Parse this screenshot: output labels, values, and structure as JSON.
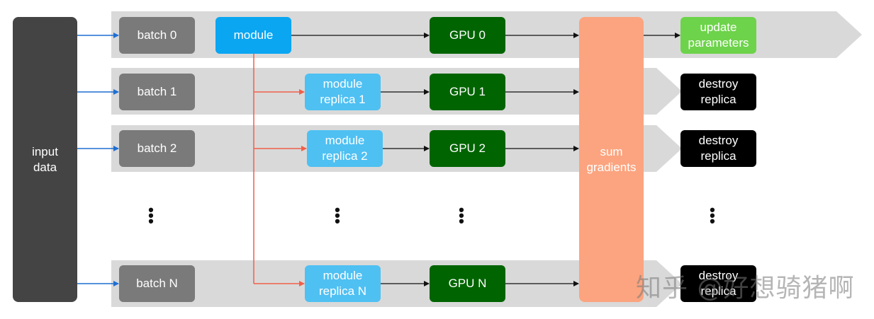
{
  "diagram": {
    "input_data_label": "input\ndata",
    "module_label": "module",
    "sum_label": "sum\ngradients",
    "update_label": "update\nparameters",
    "dots_glyph": "•\n•\n•",
    "rows": [
      {
        "batch": "batch 0",
        "gpu": "GPU 0"
      },
      {
        "batch": "batch 1",
        "replica": "module\nreplica 1",
        "gpu": "GPU 1",
        "end": "destroy\nreplica"
      },
      {
        "batch": "batch 2",
        "replica": "module\nreplica 2",
        "gpu": "GPU 2",
        "end": "destroy\nreplica"
      },
      {
        "batch": "batch N",
        "replica": "module\nreplica N",
        "gpu": "GPU N",
        "end": "destroy\nreplica"
      }
    ]
  },
  "watermark": "知乎 @好想骑猪啊",
  "colors": {
    "band": "#d9d9d9",
    "blue_arrow": "#1f6fd1",
    "red_arrow": "#f0604a",
    "black_arrow": "#111111"
  }
}
